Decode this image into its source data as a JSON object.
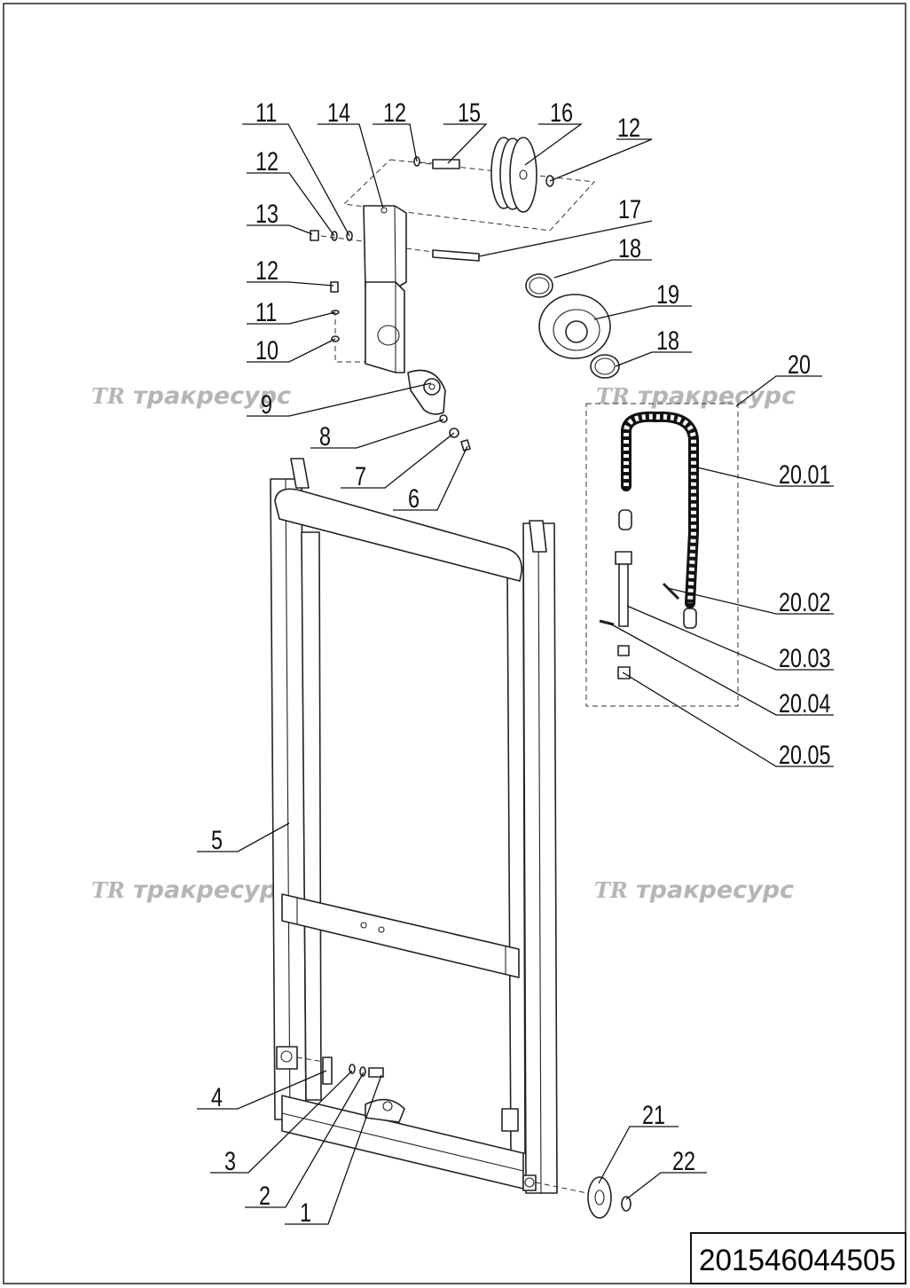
{
  "watermark": {
    "logo": "TR",
    "text": "тракресурс"
  },
  "document_number": "201546044505",
  "callouts": [
    {
      "id": "c11a",
      "label": "11"
    },
    {
      "id": "c14",
      "label": "14"
    },
    {
      "id": "c12a",
      "label": "12"
    },
    {
      "id": "c15",
      "label": "15"
    },
    {
      "id": "c16",
      "label": "16"
    },
    {
      "id": "c12b",
      "label": "12"
    },
    {
      "id": "c12c",
      "label": "12"
    },
    {
      "id": "c13",
      "label": "13"
    },
    {
      "id": "c17",
      "label": "17"
    },
    {
      "id": "c18a",
      "label": "18"
    },
    {
      "id": "c12d",
      "label": "12"
    },
    {
      "id": "c19",
      "label": "19"
    },
    {
      "id": "c11b",
      "label": "11"
    },
    {
      "id": "c18b",
      "label": "18"
    },
    {
      "id": "c10",
      "label": "10"
    },
    {
      "id": "c20",
      "label": "20"
    },
    {
      "id": "c9",
      "label": "9"
    },
    {
      "id": "c8",
      "label": "8"
    },
    {
      "id": "c7",
      "label": "7"
    },
    {
      "id": "c6",
      "label": "6"
    },
    {
      "id": "c2001",
      "label": "20.01"
    },
    {
      "id": "c2002",
      "label": "20.02"
    },
    {
      "id": "c2003",
      "label": "20.03"
    },
    {
      "id": "c2004",
      "label": "20.04"
    },
    {
      "id": "c2005",
      "label": "20.05"
    },
    {
      "id": "c5",
      "label": "5"
    },
    {
      "id": "c4",
      "label": "4"
    },
    {
      "id": "c21",
      "label": "21"
    },
    {
      "id": "c3",
      "label": "3"
    },
    {
      "id": "c22",
      "label": "22"
    },
    {
      "id": "c2",
      "label": "2"
    },
    {
      "id": "c1",
      "label": "1"
    }
  ]
}
